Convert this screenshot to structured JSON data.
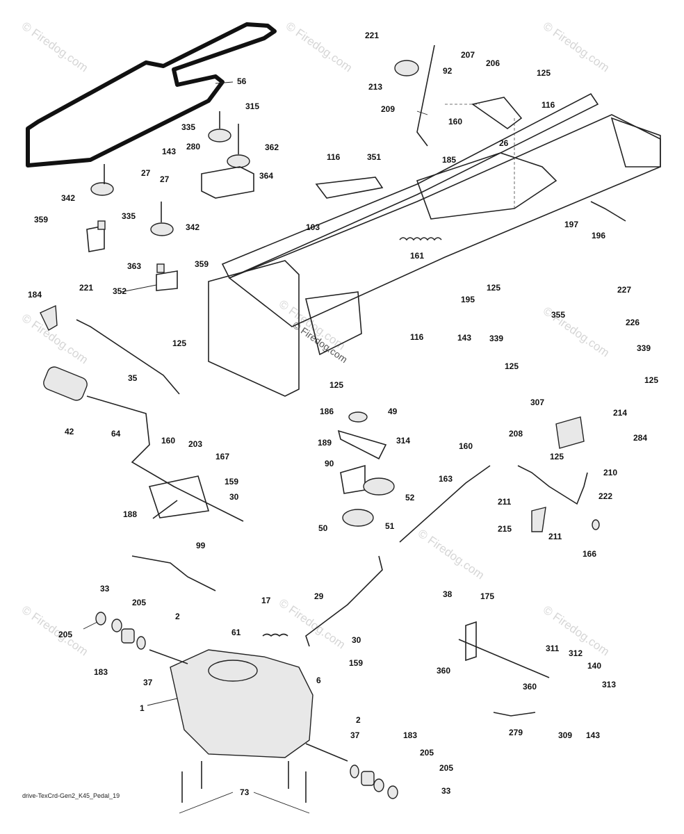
{
  "watermarks": [
    "© Firedog.com",
    "© Firedog.com",
    "© Firedog.com",
    "© Firedog.com",
    "© Firedog.com",
    "© Firedog.com",
    "© Firedog.com",
    "© Firedog.com",
    "© Firedog.com",
    "© Firedog.com",
    "© Firedog.com"
  ],
  "caption": "drive-TexCrd-Gen2_K45_Pedal_19",
  "labels": [
    {
      "id": "l56",
      "text": "56"
    },
    {
      "id": "l315",
      "text": "315"
    },
    {
      "id": "l335a",
      "text": "335"
    },
    {
      "id": "l280",
      "text": "280"
    },
    {
      "id": "l362",
      "text": "362"
    },
    {
      "id": "l143a",
      "text": "143"
    },
    {
      "id": "l364",
      "text": "364"
    },
    {
      "id": "l27a",
      "text": "27"
    },
    {
      "id": "l27b",
      "text": "27"
    },
    {
      "id": "l342a",
      "text": "342"
    },
    {
      "id": "l335b",
      "text": "335"
    },
    {
      "id": "l359a",
      "text": "359"
    },
    {
      "id": "l342b",
      "text": "342"
    },
    {
      "id": "l363",
      "text": "363"
    },
    {
      "id": "l359b",
      "text": "359"
    },
    {
      "id": "l352",
      "text": "352"
    },
    {
      "id": "l221a",
      "text": "221"
    },
    {
      "id": "l213",
      "text": "213"
    },
    {
      "id": "l207",
      "text": "207"
    },
    {
      "id": "l92",
      "text": "92"
    },
    {
      "id": "l206",
      "text": "206"
    },
    {
      "id": "l125a",
      "text": "125"
    },
    {
      "id": "l209",
      "text": "209"
    },
    {
      "id": "l116a",
      "text": "116"
    },
    {
      "id": "l160a",
      "text": "160"
    },
    {
      "id": "l26",
      "text": "26"
    },
    {
      "id": "l185",
      "text": "185"
    },
    {
      "id": "l116b",
      "text": "116"
    },
    {
      "id": "l351",
      "text": "351"
    },
    {
      "id": "l103",
      "text": "103"
    },
    {
      "id": "l161",
      "text": "161"
    },
    {
      "id": "l197",
      "text": "197"
    },
    {
      "id": "l196",
      "text": "196"
    },
    {
      "id": "l184",
      "text": "184"
    },
    {
      "id": "l221b",
      "text": "221"
    },
    {
      "id": "l125b",
      "text": "125"
    },
    {
      "id": "l35",
      "text": "35"
    },
    {
      "id": "l125c",
      "text": "125"
    },
    {
      "id": "l195",
      "text": "195"
    },
    {
      "id": "l143b",
      "text": "143"
    },
    {
      "id": "l116c",
      "text": "116"
    },
    {
      "id": "l227",
      "text": "227"
    },
    {
      "id": "l355",
      "text": "355"
    },
    {
      "id": "l226",
      "text": "226"
    },
    {
      "id": "l339a",
      "text": "339"
    },
    {
      "id": "l339b",
      "text": "339"
    },
    {
      "id": "l125d",
      "text": "125"
    },
    {
      "id": "l125e",
      "text": "125"
    },
    {
      "id": "l125f",
      "text": "125"
    },
    {
      "id": "l42",
      "text": "42"
    },
    {
      "id": "l64",
      "text": "64"
    },
    {
      "id": "l160b",
      "text": "160"
    },
    {
      "id": "l203",
      "text": "203"
    },
    {
      "id": "l167",
      "text": "167"
    },
    {
      "id": "l159a",
      "text": "159"
    },
    {
      "id": "l30a",
      "text": "30"
    },
    {
      "id": "l188",
      "text": "188"
    },
    {
      "id": "l186",
      "text": "186"
    },
    {
      "id": "l49",
      "text": "49"
    },
    {
      "id": "l189",
      "text": "189"
    },
    {
      "id": "l314",
      "text": "314"
    },
    {
      "id": "l90",
      "text": "90"
    },
    {
      "id": "l52",
      "text": "52"
    },
    {
      "id": "l50",
      "text": "50"
    },
    {
      "id": "l51",
      "text": "51"
    },
    {
      "id": "l307",
      "text": "307"
    },
    {
      "id": "l214",
      "text": "214"
    },
    {
      "id": "l284",
      "text": "284"
    },
    {
      "id": "l160c",
      "text": "160"
    },
    {
      "id": "l208",
      "text": "208"
    },
    {
      "id": "l125g",
      "text": "125"
    },
    {
      "id": "l210",
      "text": "210"
    },
    {
      "id": "l163",
      "text": "163"
    },
    {
      "id": "l211a",
      "text": "211"
    },
    {
      "id": "l222",
      "text": "222"
    },
    {
      "id": "l215",
      "text": "215"
    },
    {
      "id": "l211b",
      "text": "211"
    },
    {
      "id": "l166",
      "text": "166"
    },
    {
      "id": "l99",
      "text": "99"
    },
    {
      "id": "l33a",
      "text": "33"
    },
    {
      "id": "l205a",
      "text": "205"
    },
    {
      "id": "l205b",
      "text": "205"
    },
    {
      "id": "l2a",
      "text": "2"
    },
    {
      "id": "l17",
      "text": "17"
    },
    {
      "id": "l29",
      "text": "29"
    },
    {
      "id": "l61",
      "text": "61"
    },
    {
      "id": "l30b",
      "text": "30"
    },
    {
      "id": "l159b",
      "text": "159"
    },
    {
      "id": "l183a",
      "text": "183"
    },
    {
      "id": "l37a",
      "text": "37"
    },
    {
      "id": "l6",
      "text": "6"
    },
    {
      "id": "l1",
      "text": "1"
    },
    {
      "id": "l38",
      "text": "38"
    },
    {
      "id": "l175",
      "text": "175"
    },
    {
      "id": "l311",
      "text": "311"
    },
    {
      "id": "l312",
      "text": "312"
    },
    {
      "id": "l140",
      "text": "140"
    },
    {
      "id": "l360a",
      "text": "360"
    },
    {
      "id": "l360b",
      "text": "360"
    },
    {
      "id": "l313",
      "text": "313"
    },
    {
      "id": "l279",
      "text": "279"
    },
    {
      "id": "l309",
      "text": "309"
    },
    {
      "id": "l143c",
      "text": "143"
    },
    {
      "id": "l2b",
      "text": "2"
    },
    {
      "id": "l37b",
      "text": "37"
    },
    {
      "id": "l183b",
      "text": "183"
    },
    {
      "id": "l205c",
      "text": "205"
    },
    {
      "id": "l205d",
      "text": "205"
    },
    {
      "id": "l73",
      "text": "73"
    },
    {
      "id": "l33b",
      "text": "33"
    }
  ]
}
